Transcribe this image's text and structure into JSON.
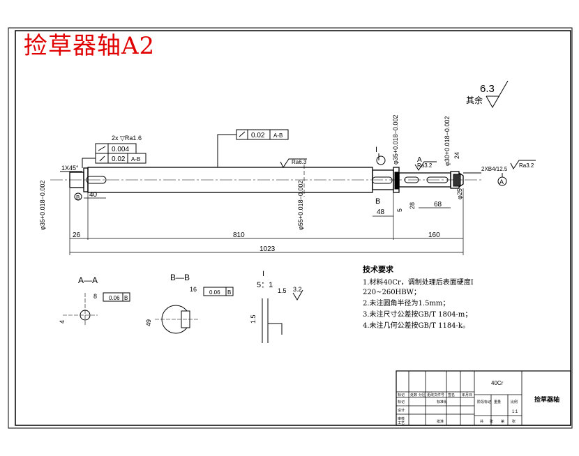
{
  "title": "捡草器轴A2",
  "surface_rest": {
    "value": "6.3",
    "label": "其余"
  },
  "callouts": {
    "ra16": "2x ▽Ra1.6",
    "ra63": "Ra6.3",
    "ra32a": "Ra3.2",
    "ra32b": "Ra3.2",
    "thread": "2XB4/12.5",
    "circle_a": "A",
    "chamfer": "1X45°",
    "fcf1_val": "0.004",
    "fcf2_val": "0.02",
    "fcf2_ref": "A-B",
    "fcf3_val": "0.02",
    "fcf3_ref": "A-B",
    "detail_i": "I",
    "sec_b": "B",
    "sec_b2": "B",
    "sec_a": "A",
    "sec_b3": "B"
  },
  "dims": {
    "d35_left": "φ35+0.018−0.002",
    "d55": "φ55+0.018−0.002",
    "d35_right": "φ35+0.018−0.002",
    "d30": "φ30+0.018−0.002",
    "d25": "φ25",
    "len40": "40",
    "len48": "48",
    "len5": "5",
    "len28": "28",
    "len68": "68",
    "len24": "24",
    "len26": "26",
    "len810": "810",
    "len1023": "1023",
    "len160": "160"
  },
  "sections": {
    "aa_title": "A—A",
    "aa_dim8": "8",
    "aa_dim4": "4",
    "aa_tol": "0.06",
    "aa_tol_ref": "B",
    "bb_title": "B—B",
    "bb_dim16": "16",
    "bb_dim49": "49",
    "bb_tol": "0.06",
    "bb_tol_ref": "B",
    "detail_title": "I",
    "detail_scale": "5：1",
    "detail_dim15a": "1.5",
    "detail_dim15b": "1.5",
    "detail_ra": "3.2"
  },
  "requirements": {
    "heading": "技术要求",
    "items": [
      "1.材料40Cr，调制处理后表面硬度I",
      "220~260HBW；",
      "2.未注圆角半径为1.5mm；",
      "3.未注尺寸公差按GB/T 1804-m；",
      "4.未注几何公差按GB/T 1184-k。"
    ]
  },
  "title_block": {
    "material": "40Cr",
    "part_name": "捡草器轴",
    "scale": "1:1",
    "row_labels": [
      "标记",
      "设计",
      "审核",
      "工艺"
    ],
    "header": [
      "标记",
      "处数",
      "分区",
      "更改文件号",
      "签名",
      "年月日"
    ],
    "mid": [
      "标准化",
      "批准"
    ],
    "right_small": [
      "阶段标记",
      "重量",
      "比例"
    ],
    "bottom": [
      "共",
      "张",
      "第",
      "张"
    ]
  }
}
